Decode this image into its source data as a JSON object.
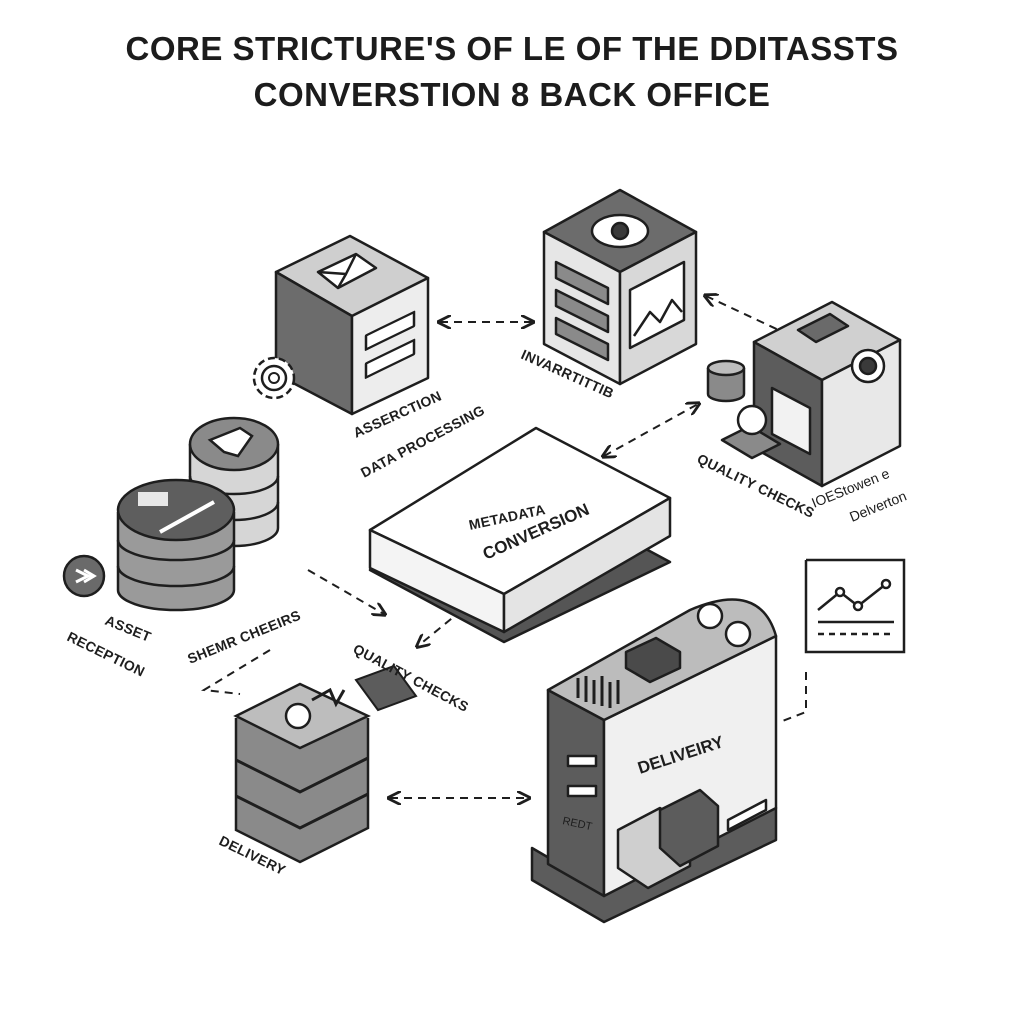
{
  "title": {
    "line1": "CORE STRICTURE'S OF LE OF THE DDITASSTS",
    "line2": "CONVERSTION 8 BACK OFFICE"
  },
  "labels": {
    "assertion": "ASSERCTION",
    "data_processing": "DATA PROCESSING",
    "inventory": "INVARRTITTIB",
    "quality_checks_right": "QUALITY CHECKS",
    "idesrtowen": "IOEStowen e",
    "delivertion": "Delverton",
    "metadata_line1": "METADATA",
    "metadata_line2": "CONVERSION",
    "asset": "ASSET",
    "reception": "RECEPTION",
    "shemr_cheeirs": "SHEMR CHEEIRS",
    "quality_checks_center": "QUALITY CHECKS",
    "delivery_left": "DELIVERY",
    "delivery_machine": "DELIVEIRY",
    "machine_plate": "REDT"
  },
  "colors": {
    "ink": "#1e1e1e",
    "dark_gray": "#5a5a5a",
    "mid_gray": "#9a9a9a",
    "light_gray": "#d4d4d4",
    "paper": "#ffffff"
  },
  "icons": [
    "gear-icon",
    "envelope-icon",
    "image-icon",
    "arrow-bubble-icon",
    "line-chart-icon",
    "database-icon"
  ]
}
